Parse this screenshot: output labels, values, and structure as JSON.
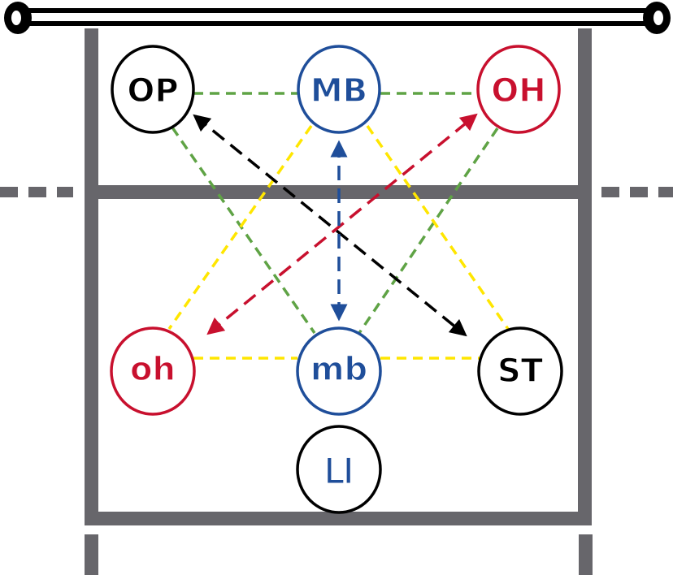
{
  "title": "Volleyball rotation positions",
  "colors": {
    "court": "#67666b",
    "net": "#000000",
    "black": "#000000",
    "blue": "#1f4e9a",
    "red": "#c8102e",
    "green": "#5fa345",
    "yellow": "#ffe600"
  },
  "players": {
    "op": {
      "label": "OP",
      "color": "#000000"
    },
    "mb_front": {
      "label": "MB",
      "color": "#1f4e9a"
    },
    "oh_front": {
      "label": "OH",
      "color": "#c8102e"
    },
    "oh_back": {
      "label": "oh",
      "color": "#c8102e"
    },
    "mb_back": {
      "label": "mb",
      "color": "#1f4e9a"
    },
    "st": {
      "label": "ST",
      "color": "#000000"
    },
    "li": {
      "label": "LI",
      "color": "#1f4e9a",
      "ring": "#000000"
    }
  }
}
